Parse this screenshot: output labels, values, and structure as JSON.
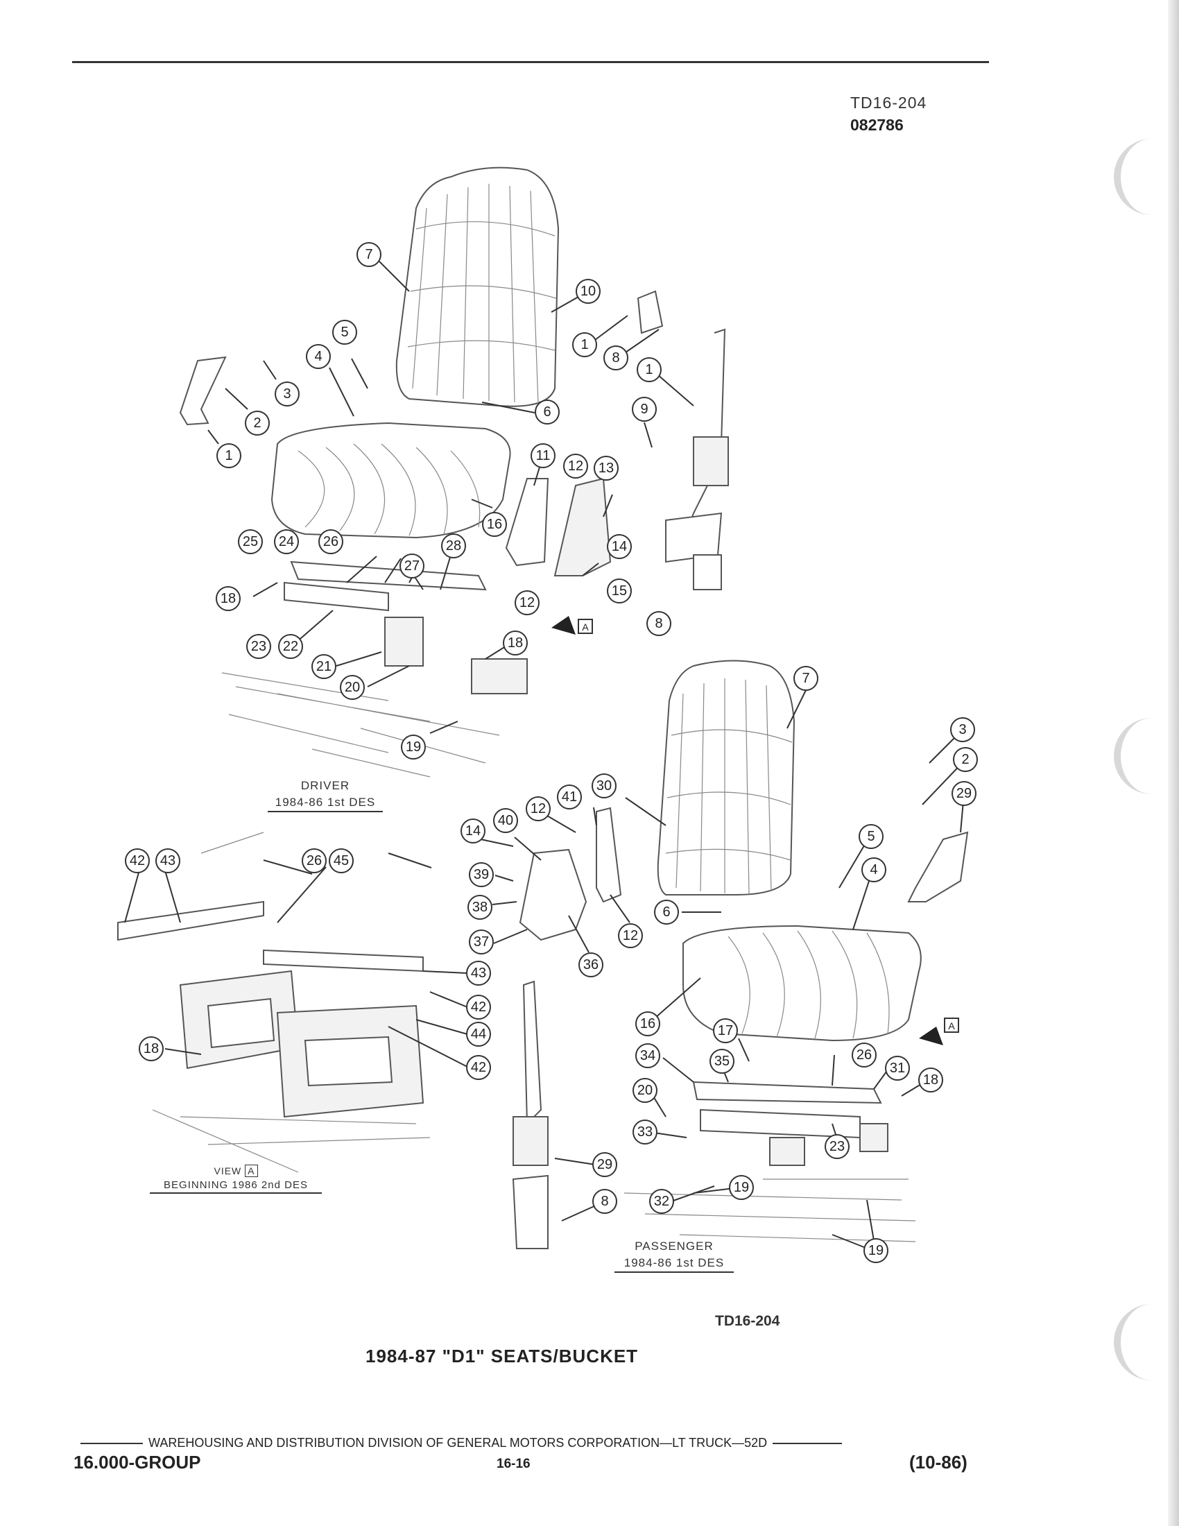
{
  "header": {
    "doc_code": "TD16-204",
    "doc_date": "082786"
  },
  "views": {
    "driver": {
      "title": "DRIVER",
      "subtitle": "1984-86 1st DES"
    },
    "passenger": {
      "title": "PASSENGER",
      "subtitle": "1984-86 1st DES"
    },
    "view_a": {
      "title": "VIEW",
      "box": "A",
      "subtitle": "BEGINNING 1986 2nd DES"
    }
  },
  "view_arrow_label": "A",
  "callouts": [
    "7",
    "10",
    "1",
    "8",
    "1",
    "9",
    "5",
    "4",
    "3",
    "2",
    "1",
    "6",
    "11",
    "12",
    "13",
    "14",
    "16",
    "15",
    "12",
    "8",
    "25",
    "24",
    "26",
    "27",
    "28",
    "18",
    "23",
    "22",
    "18",
    "21",
    "20",
    "19",
    "7",
    "3",
    "2",
    "29",
    "30",
    "41",
    "12",
    "40",
    "14",
    "5",
    "4",
    "6",
    "39",
    "38",
    "37",
    "36",
    "12",
    "43",
    "42",
    "26",
    "45",
    "43",
    "42",
    "44",
    "18",
    "42",
    "16",
    "17",
    "34",
    "35",
    "26",
    "31",
    "18",
    "20",
    "33",
    "23",
    "29",
    "8",
    "19",
    "32",
    "19"
  ],
  "figure": {
    "code": "TD16-204",
    "title": "1984-87 \"D1\" SEATS/BUCKET"
  },
  "footer": {
    "division_line": "WAREHOUSING AND DISTRIBUTION  DIVISION OF GENERAL MOTORS CORPORATION—LT TRUCK—52D",
    "group": "16.000-GROUP",
    "page": "16-16",
    "revision": "(10-86)"
  }
}
